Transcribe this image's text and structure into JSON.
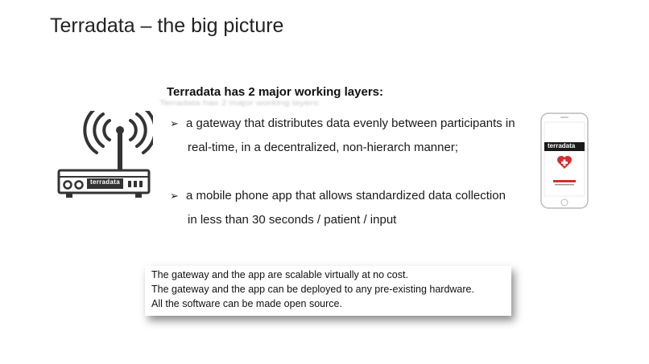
{
  "slide": {
    "title": "Terradata – the big picture",
    "heading": "Terradata has 2 major working layers:",
    "heading_shadow": "Terradata has 2 major working layers:",
    "bullets": [
      {
        "line1": "a gateway that distributes data evenly between participants in",
        "line2": "real-time, in a decentralized,  non-hierarch manner;"
      },
      {
        "line1": "a mobile phone app that allows standardized data collection",
        "line2": "in less than 30 seconds / patient / input"
      }
    ],
    "notes": [
      "The gateway and the app are scalable virtually at no cost.",
      "The gateway and the app can be deployed to any pre-existing hardware.",
      "All the software can be made open source."
    ],
    "bullet_icon": "arrow-bullet-icon"
  },
  "router_graphic": {
    "label": "terradata",
    "icon": "wifi-router-icon"
  },
  "phone_graphic": {
    "brand": "terradata",
    "icon": "heart-cross-icon",
    "accent": "#d32f2f"
  }
}
